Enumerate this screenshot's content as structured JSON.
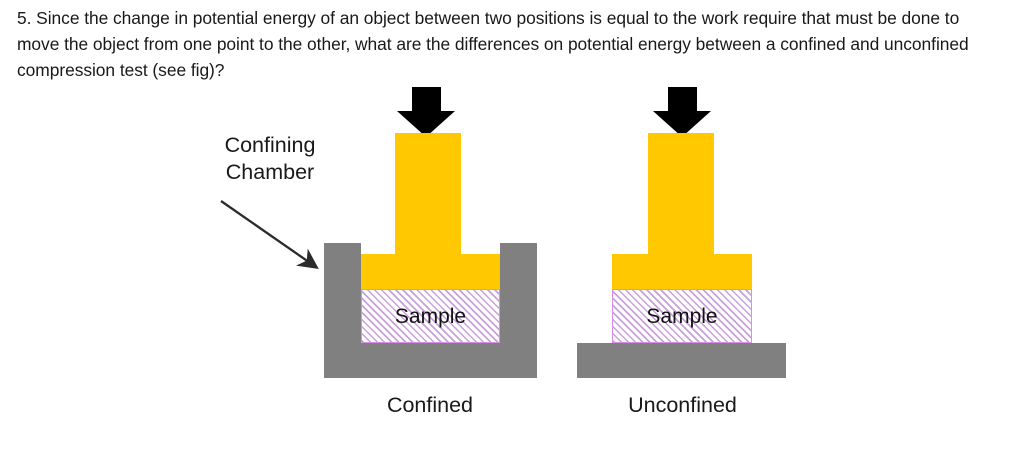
{
  "question": {
    "text": "5. Since the change in potential energy of an object between two positions is equal to the work require that must be done to move the object from one point to the other, what are the differences on potential energy between a confined and unconfined compression test (see fig)?"
  },
  "figure": {
    "callout": {
      "label": "Confining\nChamber",
      "label_line1": "Confining",
      "label_line2": "Chamber",
      "arrow_name": "callout-arrow"
    },
    "colors": {
      "piston": "#FFC800",
      "metal_grey": "#808080",
      "sample_hatch": "#C9A0DC",
      "sample_border": "#D98FE8",
      "arrow": "#000000",
      "background": "#FFFFFF",
      "text": "#191919"
    },
    "setups": [
      {
        "id": "confined",
        "caption": "Confined",
        "sample_label": "Sample",
        "has_confining_walls": true,
        "load_arrow": "down-arrow"
      },
      {
        "id": "unconfined",
        "caption": "Unconfined",
        "sample_label": "Sample",
        "has_confining_walls": false,
        "load_arrow": "down-arrow"
      }
    ]
  }
}
